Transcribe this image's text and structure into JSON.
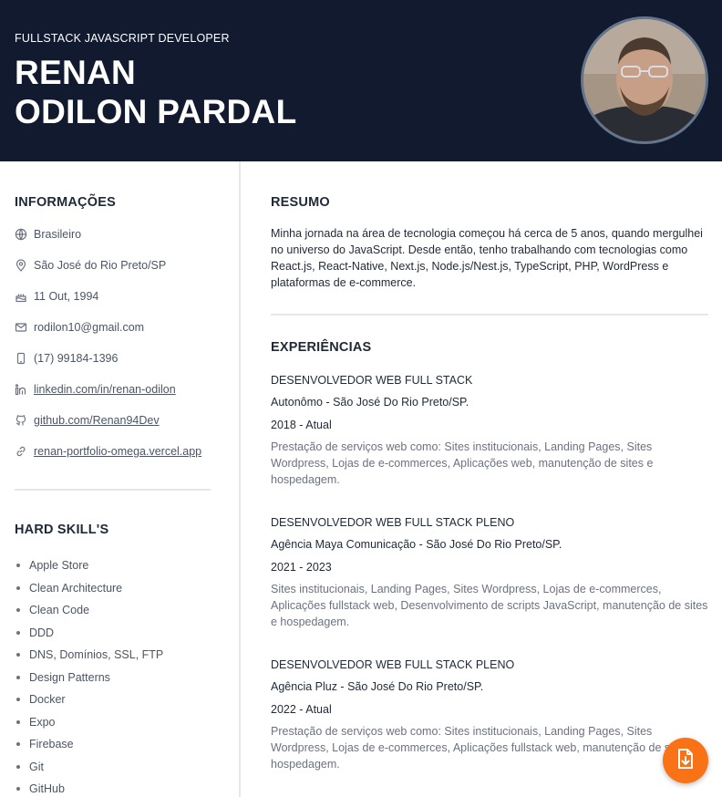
{
  "header": {
    "subtitle": "FULLSTACK JAVASCRIPT DEVELOPER",
    "name_line1": "RENAN",
    "name_line2": "ODILON PARDAL"
  },
  "info": {
    "title": "INFORMAÇÕES",
    "items": [
      {
        "icon": "globe-icon",
        "text": "Brasileiro"
      },
      {
        "icon": "location-pin-icon",
        "text": "São José do Rio Preto/SP"
      },
      {
        "icon": "cake-icon",
        "text": "11 Out, 1994"
      },
      {
        "icon": "mail-icon",
        "text": "rodilon10@gmail.com"
      },
      {
        "icon": "phone-icon",
        "text": "(17) 99184-1396"
      },
      {
        "icon": "linkedin-icon",
        "text": "linkedin.com/in/renan-odilon"
      },
      {
        "icon": "github-icon",
        "text": "github.com/Renan94Dev"
      },
      {
        "icon": "link-icon",
        "text": "renan-portfolio-omega.vercel.app"
      }
    ]
  },
  "skills": {
    "title": "HARD SKILL'S",
    "items": [
      "Apple Store",
      "Clean Architecture",
      "Clean Code",
      "DDD",
      "DNS, Domínios, SSL, FTP",
      "Design Patterns",
      "Docker",
      "Expo",
      "Firebase",
      "Git",
      "GitHub"
    ]
  },
  "summary": {
    "title": "RESUMO",
    "text": "Minha jornada na área de tecnologia começou há cerca de 5 anos, quando mergulhei no universo do JavaScript. Desde então, tenho trabalhando com tecnologias como React.js, React-Native, Next.js, Node.js/Nest.js, TypeScript, PHP, WordPress e plataformas de e-commerce."
  },
  "experience": {
    "title": "EXPERIÊNCIAS",
    "items": [
      {
        "role": "DESENVOLVEDOR WEB FULL STACK",
        "company": "Autonômo - São José Do Rio Preto/SP.",
        "period": "2018 - Atual",
        "desc": "Prestação de serviços web como: Sites institucionais, Landing Pages, Sites Wordpress, Lojas de e-commerces, Aplicações web, manutenção de sites e hospedagem."
      },
      {
        "role": "DESENVOLVEDOR WEB FULL STACK PLENO",
        "company": "Agência Maya Comunicação - São José Do Rio Preto/SP.",
        "period": "2021 - 2023",
        "desc": "Sites institucionais, Landing Pages, Sites Wordpress, Lojas de e-commerces, Aplicações fullstack web, Desenvolvimento de scripts JavaScript, manutenção de sites e hospedagem."
      },
      {
        "role": "DESENVOLVEDOR WEB FULL STACK PLENO",
        "company": "Agência Pluz - São José Do Rio Preto/SP.",
        "period": "2022 - Atual",
        "desc": "Prestação de serviços web como: Sites institucionais, Landing Pages, Sites Wordpress, Lojas de e-commerces, Aplicações fullstack web, manutenção de sites e hospedagem."
      }
    ]
  },
  "colors": {
    "header_bg": "#111a2e",
    "accent": "#f97316"
  },
  "fab": {
    "icon": "download-file-icon"
  }
}
